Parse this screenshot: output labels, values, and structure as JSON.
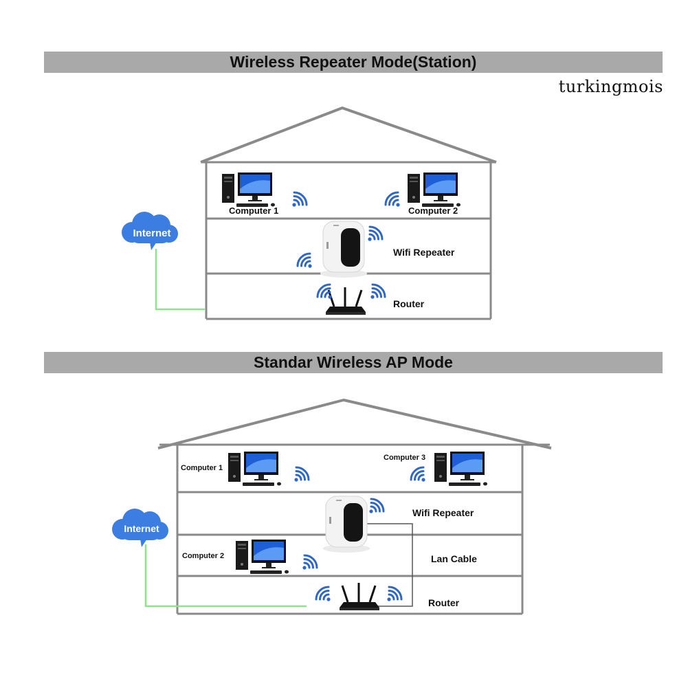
{
  "watermark": "turkingmois",
  "repeater_mode": {
    "title": "Wireless Repeater Mode(Station)",
    "cloud": "Internet",
    "computer_1": "Computer 1",
    "computer_2": "Computer 2",
    "repeater": "Wifi Repeater",
    "router": "Router"
  },
  "ap_mode": {
    "title": "Standar Wireless AP Mode",
    "cloud": "Internet",
    "computer_1": "Computer 1",
    "computer_2": "Computer 2",
    "computer_3": "Computer 3",
    "repeater": "Wifi Repeater",
    "cable": "Lan Cable",
    "router": "Router"
  },
  "colors": {
    "banner": "#a9a9a9",
    "house_line": "#8a8a8a",
    "cloud": "#3b7de0",
    "wifi": "#2f67c9",
    "internet_line": "#8fe08f",
    "monitor": "#1f5fd6"
  }
}
